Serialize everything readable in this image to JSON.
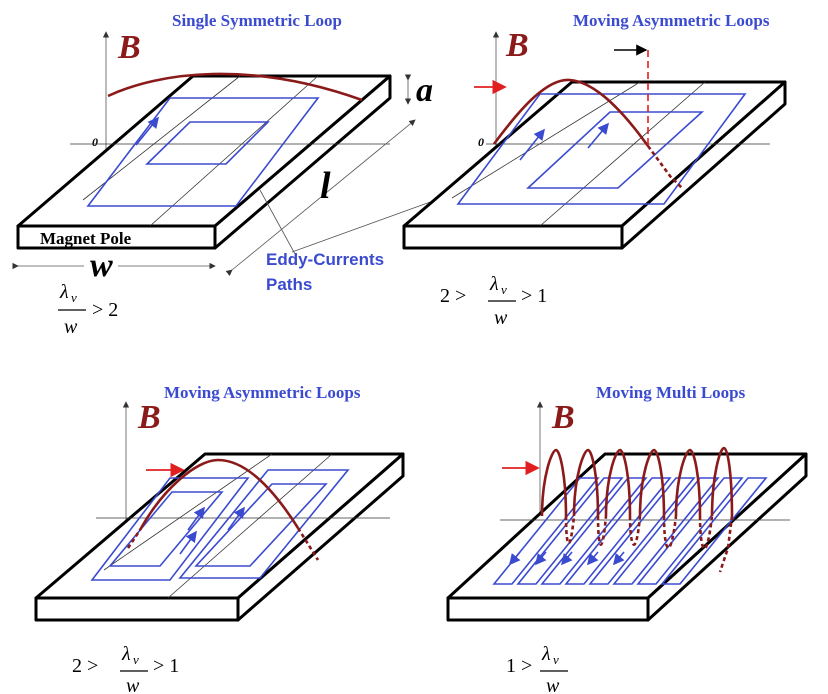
{
  "panels": [
    {
      "title": "Single Symmetric Loop",
      "axis_label": "B",
      "origin_label": "0",
      "pole_label": "Magnet Pole",
      "width_symbol": "w",
      "thickness_symbol": "a",
      "length_symbol": "l",
      "ratio": {
        "numerator": "λ",
        "subscript": "ν",
        "denominator": "w",
        "left": "",
        "right": "> 2"
      }
    },
    {
      "title": "Moving Asymmetric Loops",
      "axis_label": "B",
      "origin_label": "0",
      "ratio": {
        "numerator": "λ",
        "subscript": "ν",
        "denominator": "w",
        "left": "2 >",
        "right": "> 1"
      }
    },
    {
      "title": "Moving Asymmetric Loops",
      "axis_label": "B",
      "ratio": {
        "numerator": "λ",
        "subscript": "ν",
        "denominator": "w",
        "left": "2 >",
        "right": "> 1"
      }
    },
    {
      "title": "Moving Multi  Loops",
      "axis_label": "B",
      "ratio": {
        "numerator": "λ",
        "subscript": "ν",
        "denominator": "w",
        "left": "1 >",
        "right": ""
      }
    }
  ],
  "annotation": {
    "line1": "Eddy-Currents",
    "line2": "Paths"
  },
  "colors": {
    "loop": "#3b4bd0",
    "field_curve": "#8b1a1a",
    "motion_arrow": "#e02020",
    "title": "#3b4bd0"
  }
}
